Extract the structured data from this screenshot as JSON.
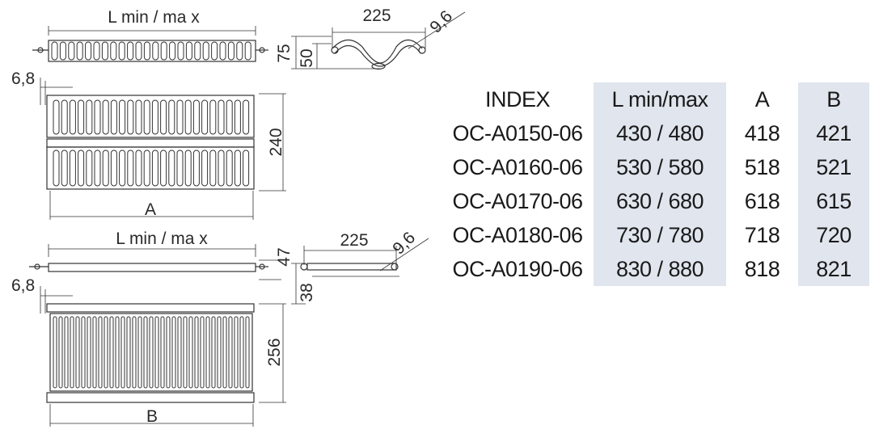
{
  "diagram": {
    "top_view_1": {
      "label_length": "L min / ma  x",
      "label_6_8": "6,8",
      "label_240": "240",
      "label_A": "A"
    },
    "side_view_1": {
      "label_225": "225",
      "label_9_6": "9,6",
      "label_75": "75",
      "label_50": "50"
    },
    "top_view_2": {
      "label_length": "L min / ma   x",
      "label_47": "47",
      "label_6_8": "6,8",
      "label_256": "256",
      "label_B": "B"
    },
    "side_view_2": {
      "label_225": "225",
      "label_9_6": "9,6",
      "label_38": "38"
    }
  },
  "table": {
    "headers": [
      "INDEX",
      "L min/max",
      "A",
      "B"
    ],
    "rows": [
      [
        "OC-A0150-06",
        "430 / 480",
        "418",
        "421"
      ],
      [
        "OC-A0160-06",
        "530 / 580",
        "518",
        "521"
      ],
      [
        "OC-A0170-06",
        "630 / 680",
        "618",
        "615"
      ],
      [
        "OC-A0180-06",
        "730 / 780",
        "718",
        "720"
      ],
      [
        "OC-A0190-06",
        "830 / 880",
        "818",
        "821"
      ]
    ],
    "shade_color": "#e0e5ee"
  }
}
